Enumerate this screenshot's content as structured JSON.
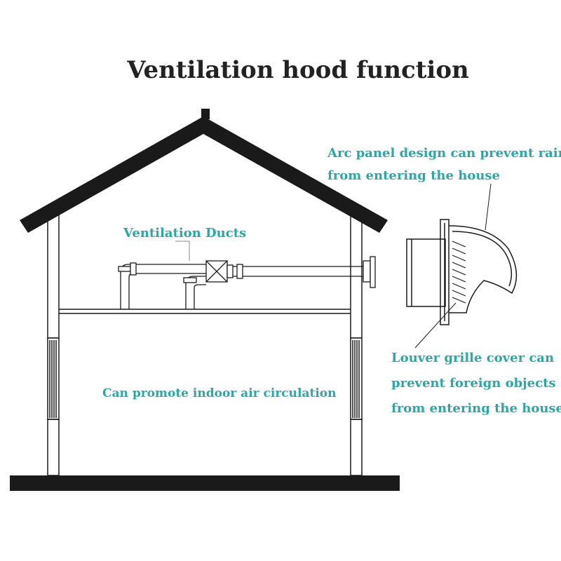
{
  "title": "Ventilation hood function",
  "labels": {
    "arc_panel": [
      "Arc panel design can prevent rain",
      "from entering the house"
    ],
    "ducts": "Ventilation Ducts",
    "circulation": "Can promote indoor air circulation",
    "louver": [
      "Louver grille cover can",
      "prevent foreign objects",
      "from entering the house"
    ]
  },
  "colors": {
    "label_teal": "#2aa8a4",
    "title": "#222222",
    "structure": "#1a1a1a"
  }
}
